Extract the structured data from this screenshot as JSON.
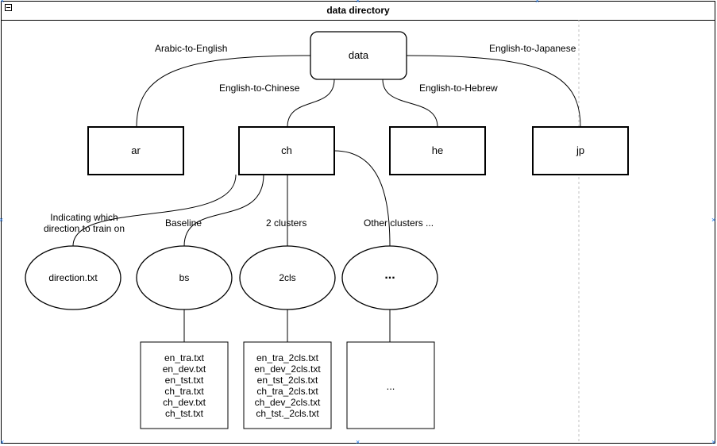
{
  "container": {
    "title": "data directory",
    "collapse_symbol": "−"
  },
  "nodes": {
    "root": "data",
    "ar": "ar",
    "ch": "ch",
    "he": "he",
    "jp": "jp",
    "direction": "direction.txt",
    "bs": "bs",
    "cls2": "2cls",
    "other": "..."
  },
  "edge_labels": {
    "arabic": "Arabic-to-English",
    "chinese": "English-to-Chinese",
    "hebrew": "English-to-Hebrew",
    "japanese": "English-to-Japanese",
    "direction_line1": "Indicating which",
    "direction_line2": "direction to train on",
    "baseline": "Baseline",
    "two_clusters": "2 clusters",
    "other_clusters": "Other clusters ..."
  },
  "files": {
    "bs": [
      "en_tra.txt",
      "en_dev.txt",
      "en_tst.txt",
      "ch_tra.txt",
      "ch_dev.txt",
      "ch_tst.txt"
    ],
    "cls2": [
      "en_tra_2cls.txt",
      "en_dev_2cls.txt",
      "en_tst_2cls.txt",
      "ch_tra_2cls.txt",
      "ch_dev_2cls.txt",
      "ch_tst._2cls.txt"
    ],
    "other": "..."
  }
}
